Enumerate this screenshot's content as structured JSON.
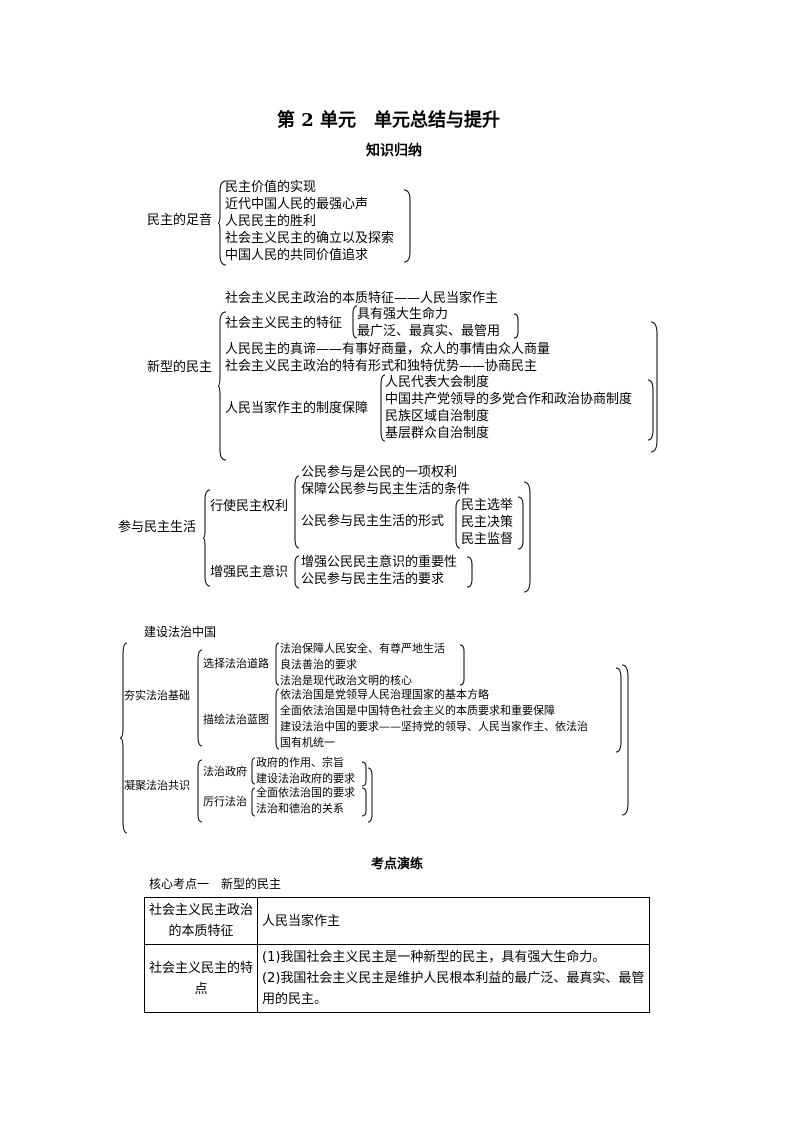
{
  "header": {
    "title": "第 2 单元　单元总结与提升",
    "subtitle": "知识归纳"
  },
  "s1": {
    "root": "民主的足音",
    "items": [
      "民主价值的实现",
      "近代中国人民的最强心声",
      "人民民主的胜利",
      "社会主义民主的确立以及探索",
      "中国人民的共同价值追求"
    ]
  },
  "s2": {
    "root": "新型的民主",
    "essence": "社会主义民主政治的本质特征——人民当家作主",
    "feature_label": "社会主义民主的特征",
    "features": [
      "具有强大生命力",
      "最广泛、最真实、最管用"
    ],
    "truth": "人民民主的真谛——有事好商量，众人的事情由众人商量",
    "unique": "社会主义民主政治的特有形式和独特优势——协商民主",
    "system_label": "人民当家作主的制度保障",
    "systems": [
      "人民代表大会制度",
      "中国共产党领导的多党合作和政治协商制度",
      "民族区域自治制度",
      "基层群众自治制度"
    ]
  },
  "s3": {
    "root": "参与民主生活",
    "exercise_label": "行使民主权利",
    "ex1": "公民参与是公民的一项权利",
    "ex2": "保障公民参与民主生活的条件",
    "form_label": "公民参与民主生活的形式",
    "forms": [
      "民主选举",
      "民主决策",
      "民主监督"
    ],
    "enhance_label": "增强民主意识",
    "enhance": [
      "增强公民民主意识的重要性",
      "公民参与民主生活的要求"
    ]
  },
  "s4": {
    "title": "建设法治中国",
    "base_label": "夯实法治基础",
    "road_label": "选择法治道路",
    "road": [
      "法治保障人民安全、有尊严地生活",
      "良法善治的要求",
      "法治是现代政治文明的核心"
    ],
    "blueprint_label": "描绘法治蓝图",
    "blueprint": [
      "依法治国是党领导人民治理国家的基本方略",
      "全面依法治国是中国特色社会主义的本质要求和重要保障",
      "建设法治中国的要求——坚持党的领导、人民当家作主、依法治",
      "国有机统一"
    ],
    "consensus_label": "凝聚法治共识",
    "gov_label": "法治政府",
    "gov": [
      "政府的作用、宗旨",
      "建设法治政府的要求"
    ],
    "practice_label": "厉行法治",
    "practice": [
      "全面依法治国的要求",
      "法治和德治的关系"
    ]
  },
  "exercise": {
    "heading": "考点演练",
    "core_title": "核心考点一　新型的民主",
    "rows": [
      {
        "label": "社会主义民主政治的本质特征",
        "content": [
          "人民当家作主"
        ]
      },
      {
        "label": "社会主义民主的特点",
        "content": [
          "(1)我国社会主义民主是一种新型的民主，具有强大生命力。",
          "(2)我国社会主义民主是维护人民根本利益的最广泛、最真实、最管用的民主。"
        ]
      }
    ]
  }
}
